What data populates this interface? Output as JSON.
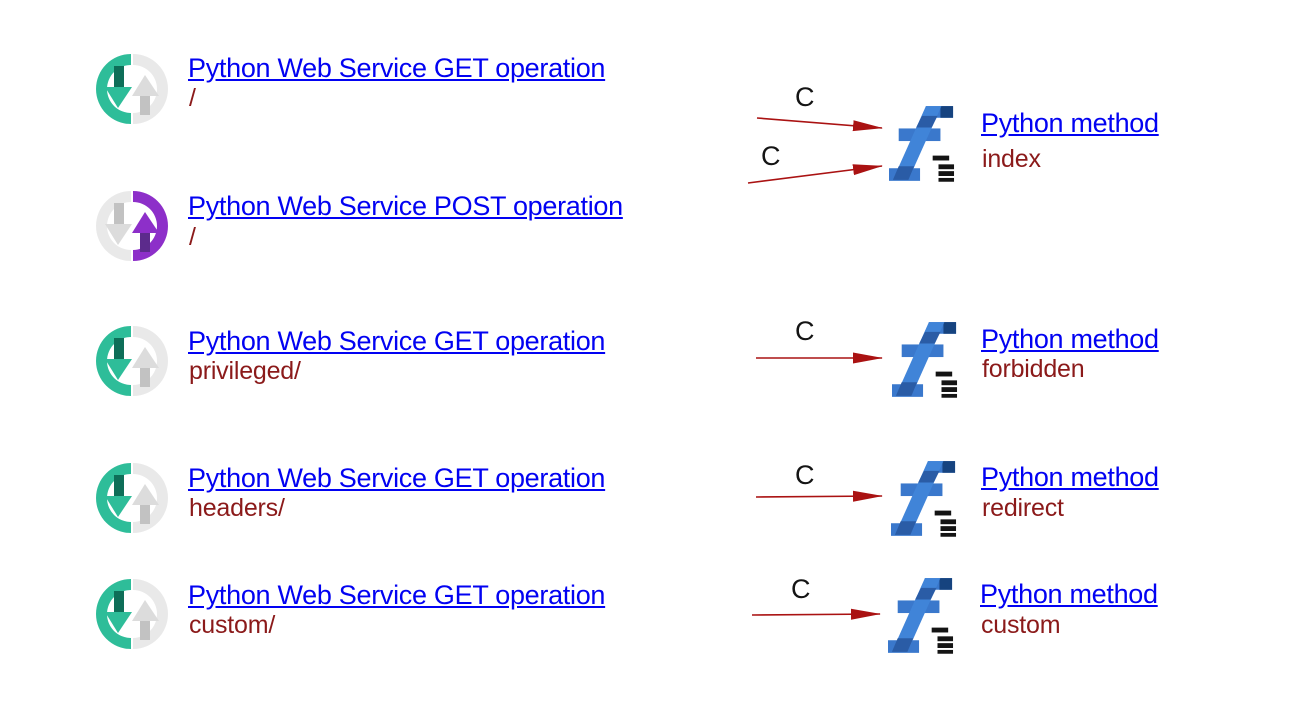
{
  "diagram": {
    "left_nodes": [
      {
        "icon": "web-service-get-icon",
        "method": "GET",
        "type": "Python Web Service GET operation",
        "path": "/"
      },
      {
        "icon": "web-service-post-icon",
        "method": "POST",
        "type": "Python Web Service POST operation",
        "path": "/"
      },
      {
        "icon": "web-service-get-icon",
        "method": "GET",
        "type": "Python Web Service GET operation",
        "path": "privileged/"
      },
      {
        "icon": "web-service-get-icon",
        "method": "GET",
        "type": "Python Web Service GET operation",
        "path": "headers/"
      },
      {
        "icon": "web-service-get-icon",
        "method": "GET",
        "type": "Python Web Service GET operation",
        "path": "custom/"
      }
    ],
    "right_nodes": [
      {
        "icon": "python-method-icon",
        "type": "Python method",
        "name": "index"
      },
      {
        "icon": "python-method-icon",
        "type": "Python method",
        "name": "forbidden"
      },
      {
        "icon": "python-method-icon",
        "type": "Python method",
        "name": "redirect"
      },
      {
        "icon": "python-method-icon",
        "type": "Python method",
        "name": "custom"
      }
    ],
    "edges": [
      {
        "label": "C",
        "from": 0,
        "to": 0
      },
      {
        "label": "C",
        "from": 1,
        "to": 0
      },
      {
        "label": "C",
        "from": 2,
        "to": 1
      },
      {
        "label": "C",
        "from": 3,
        "to": 2
      },
      {
        "label": "C",
        "from": 4,
        "to": 3
      }
    ],
    "colors": {
      "link_blue": "#0202f2",
      "detail_red": "#8b1a1a",
      "arrow_red": "#aa1212",
      "label_black": "#141414",
      "get_teal": "#2ebd99",
      "get_teal_dark": "#0e6e58",
      "post_purple": "#8d2fc9",
      "post_purple_dark": "#5c2b8c",
      "inactive_gray": "#e9e9e9",
      "inactive_gray_mid": "#dcdcdc",
      "inactive_gray_dark": "#c2c2c2",
      "method_blue": "#3a78cc",
      "method_blue_light": "#4084d8",
      "method_blue_shade": "#2a5ca6",
      "method_navy": "#16437f"
    }
  }
}
